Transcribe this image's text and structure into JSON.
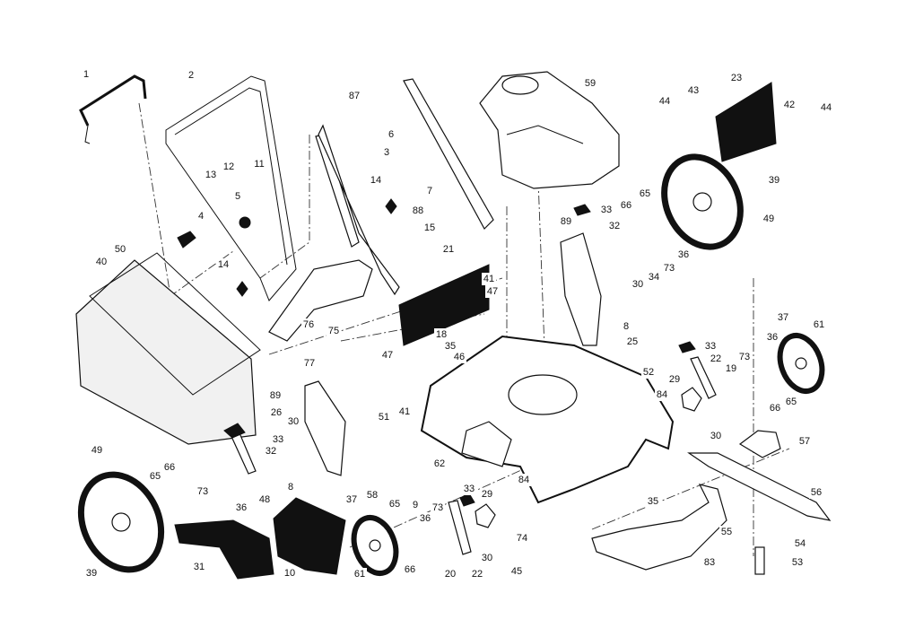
{
  "diagram": {
    "type": "exploded parts diagram",
    "colors": {
      "ink": "#111111",
      "background": "#ffffff"
    },
    "labels": [
      "1",
      "2",
      "87",
      "6",
      "3",
      "13",
      "12",
      "11",
      "14",
      "7",
      "5",
      "88",
      "15",
      "4",
      "21",
      "50",
      "40",
      "14",
      "76",
      "75",
      "18",
      "77",
      "47",
      "89",
      "26",
      "30",
      "51",
      "41",
      "33",
      "32",
      "62",
      "49",
      "65",
      "66",
      "73",
      "48",
      "36",
      "8",
      "58",
      "9",
      "37",
      "65",
      "73",
      "36",
      "39",
      "31",
      "10",
      "61",
      "66",
      "20",
      "22",
      "30",
      "45",
      "74",
      "84",
      "33",
      "29",
      "35",
      "83",
      "55",
      "54",
      "53",
      "56",
      "57",
      "30",
      "84",
      "29",
      "52",
      "46",
      "33",
      "22",
      "19",
      "73",
      "36",
      "37",
      "61",
      "66",
      "65",
      "8",
      "25",
      "30",
      "34",
      "73",
      "36",
      "32",
      "89",
      "33",
      "66",
      "65",
      "49",
      "39",
      "59",
      "23",
      "43",
      "44",
      "42",
      "44",
      "41",
      "47",
      "35"
    ]
  }
}
